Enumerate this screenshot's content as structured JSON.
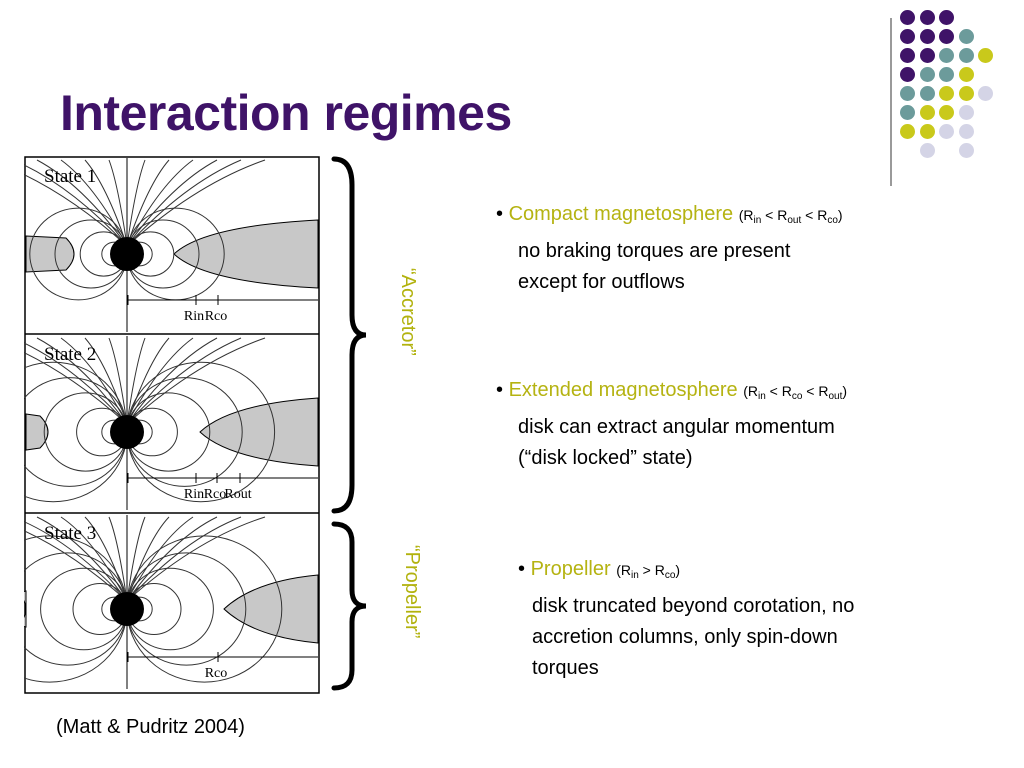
{
  "slide": {
    "title": "Interaction regimes",
    "citation": "(Matt & Pudritz 2004)",
    "colors": {
      "title": "#3f1368",
      "accent": "#b5b312",
      "dot_purple": "#3f1368",
      "dot_teal": "#6c9b9b",
      "dot_yellow": "#c9c91b",
      "dot_lavender": "#d4d4e6"
    }
  },
  "figure": {
    "panels": [
      {
        "label": "State 1",
        "ticks": [
          "Rin",
          "Rco"
        ]
      },
      {
        "label": "State 2",
        "ticks": [
          "Rin",
          "Rco",
          "Rout"
        ]
      },
      {
        "label": "State 3",
        "ticks": [
          "Rco"
        ]
      }
    ]
  },
  "labels": {
    "accretor": "“Accretor”",
    "propeller": "“Propeller”"
  },
  "bullets": [
    {
      "marker": "•",
      "term": "Compact magnetosphere",
      "cond": {
        "open": "(R",
        "s1": "in",
        "t1": " < R",
        "s2": "out",
        "t2": " < R",
        "s3": "co",
        "close": ")"
      },
      "body": "no braking torques are present\nexcept for outflows"
    },
    {
      "marker": "•",
      "term": "Extended magnetosphere",
      "cond": {
        "open": "(R",
        "s1": "in",
        "t1": " < R",
        "s2": "co",
        "t2": " < R",
        "s3": "out",
        "close": ")"
      },
      "body": "disk can extract angular momentum\n(“disk locked” state)"
    },
    {
      "marker": "•",
      "term": "Propeller",
      "cond": {
        "open": "(R",
        "s1": "in",
        "t1": " > R",
        "s2": "co",
        "close": ")"
      },
      "body": "disk truncated beyond corotation, no\naccretion columns, only spin-down\ntorques"
    }
  ],
  "dots": [
    [
      "purple",
      "purple",
      "purple",
      null
    ],
    [
      "purple",
      "purple",
      "purple",
      "teal"
    ],
    [
      "purple",
      "purple",
      "teal",
      "teal",
      "yellow"
    ],
    [
      "purple",
      "teal",
      "teal",
      "yellow",
      null
    ],
    [
      "teal",
      "teal",
      "yellow",
      "yellow",
      "lavender"
    ],
    [
      "teal",
      "yellow",
      "yellow",
      "lavender",
      null
    ],
    [
      "yellow",
      "yellow",
      "lavender",
      "lavender",
      null
    ],
    [
      null,
      "lavender",
      null,
      "lavender",
      null
    ]
  ]
}
